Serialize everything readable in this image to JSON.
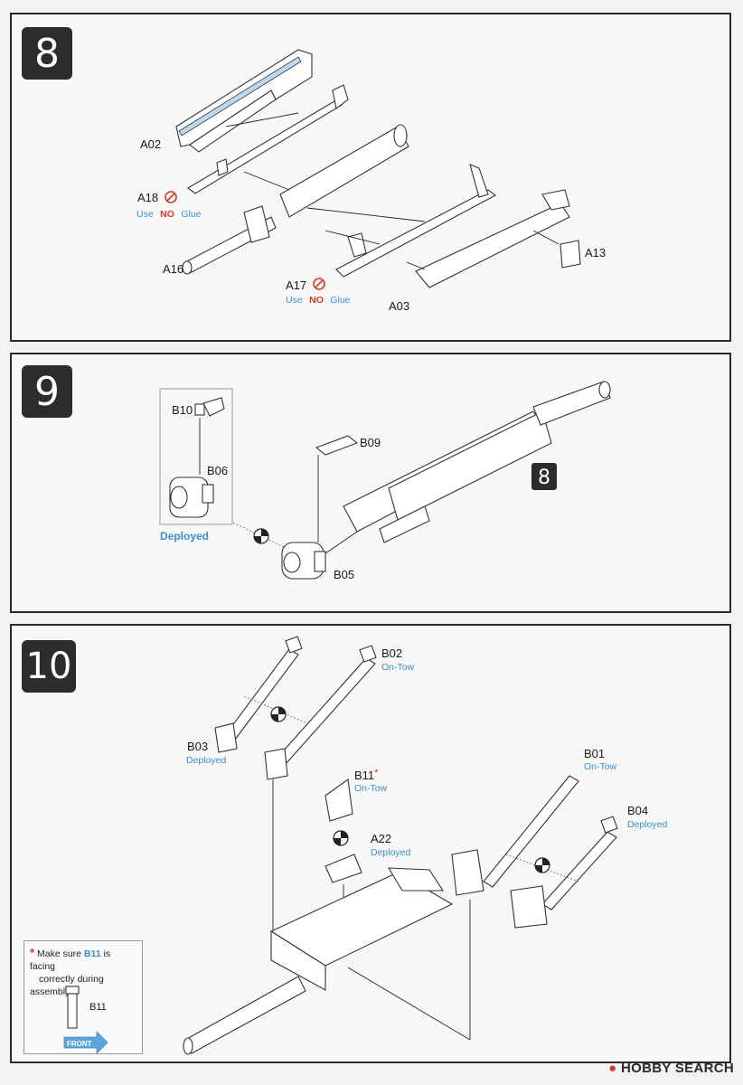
{
  "steps": [
    {
      "number": "8",
      "parts": {
        "a02": "A02",
        "a18": "A18",
        "a16": "A16",
        "a17": "A17",
        "a03": "A03",
        "a13": "A13"
      },
      "no_glue": {
        "use": "Use",
        "no": "NO",
        "glue": "Glue"
      }
    },
    {
      "number": "9",
      "parts": {
        "b10": "B10",
        "b06": "B06",
        "b09": "B09",
        "b05": "B05"
      },
      "deployed_label": "Deployed",
      "ref_step": "8"
    },
    {
      "number": "10",
      "parts": {
        "b02": "B02",
        "b02_note": "On-Tow",
        "b03": "B03",
        "b03_note": "Deployed",
        "b11": "B11",
        "b11_star": "*",
        "b11_note": "On-Tow",
        "a22": "A22",
        "a22_note": "Deployed",
        "b01": "B01",
        "b01_note": "On-Tow",
        "b04": "B04",
        "b04_note": "Deployed"
      },
      "note": {
        "star": "*",
        "line1_pre": "Make sure",
        "line1_part": "B11",
        "line1_post": "is facing",
        "line2": "correctly during assembly",
        "part": "B11",
        "front": "FRONT"
      }
    }
  ],
  "watermark": "HOBBY SEARCH",
  "colors": {
    "accent_blue": "#3b8fd0",
    "warning_red": "#d43a2a",
    "badge": "#2c2c2c"
  }
}
